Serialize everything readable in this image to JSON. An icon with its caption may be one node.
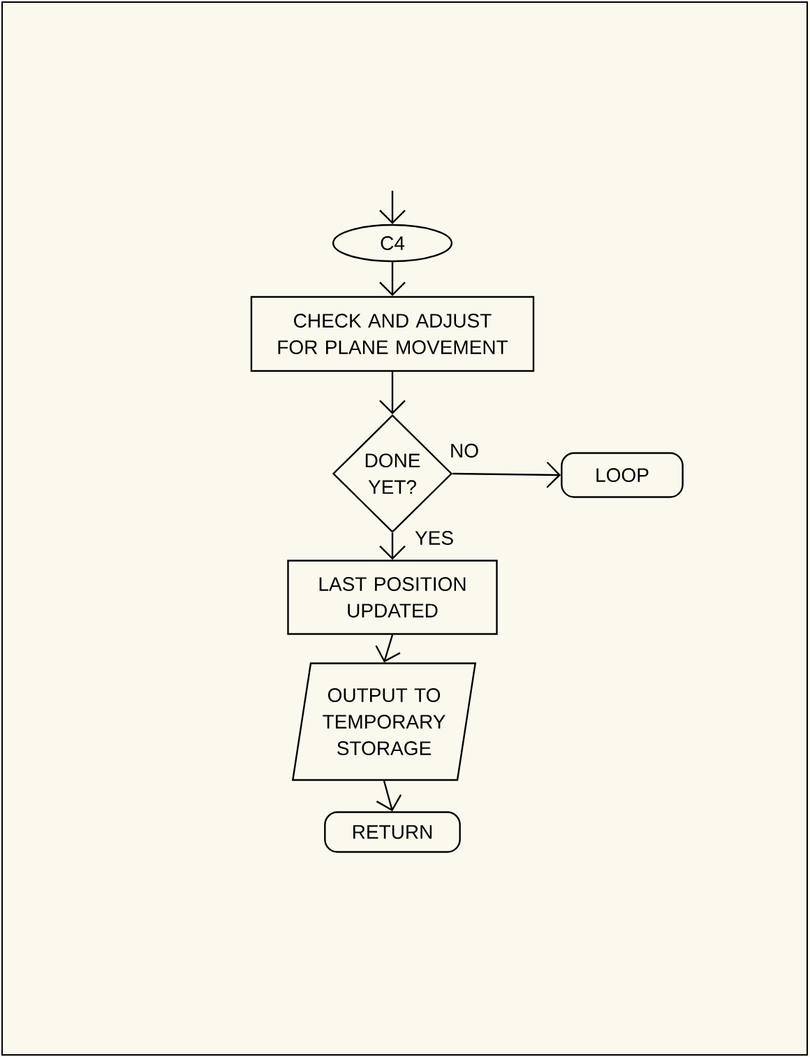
{
  "diagram": {
    "nodes": [
      {
        "text": [
          "C4"
        ]
      },
      {
        "text": [
          "CHECK AND ADJUST FOR PLANE MOVEMENT"
        ]
      },
      {
        "text": [
          "DONE YET?"
        ]
      },
      {
        "text": [
          "LOOP"
        ]
      },
      {
        "text": [
          "LAST POSITION UPDATED"
        ]
      },
      {
        "text": [
          "OUTPUT TO TEMPORARY STORAGE"
        ]
      },
      {
        "text": [
          "RETURN"
        ]
      }
    ],
    "edges": [
      {
        "from": null,
        "to": 0,
        "arrow": "to"
      },
      {
        "from": 0,
        "to": 1,
        "arrow": "to"
      },
      {
        "from": 1,
        "to": 2,
        "arrow": "to"
      },
      {
        "from": 2,
        "to": 3,
        "arrow": "to",
        "label": "NO"
      },
      {
        "from": 2,
        "to": 4,
        "arrow": "to",
        "label": "YES"
      },
      {
        "from": 4,
        "to": 5,
        "arrow": "to"
      },
      {
        "from": 5,
        "to": 6,
        "arrow": "to"
      }
    ]
  }
}
